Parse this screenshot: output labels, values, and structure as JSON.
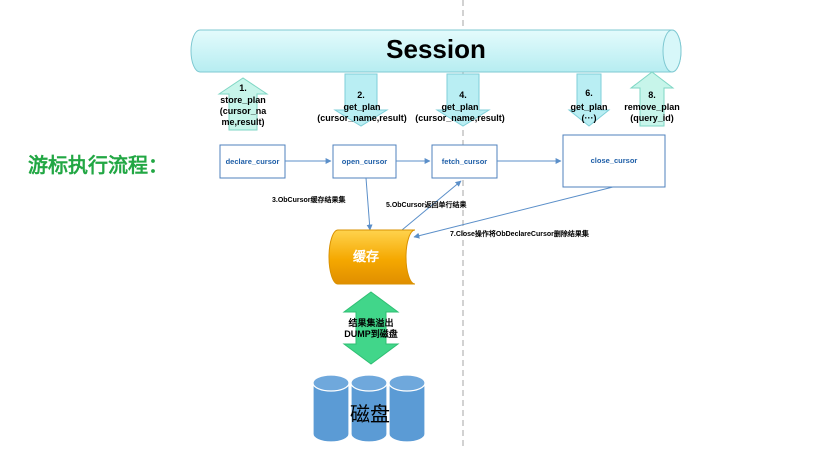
{
  "session": {
    "label": "Session"
  },
  "process_label": "游标执行流程：",
  "steps": [
    {
      "number": "1.",
      "label": "store_plan\n(cursor_na\nme,result)"
    },
    {
      "number": "2.",
      "label": "get_plan\n(cursor_name,result)"
    },
    {
      "number": "4.",
      "label": "get_plan\n(cursor_name,result)"
    },
    {
      "number": "6.",
      "label": "get_plan\n(···)"
    },
    {
      "number": "8.",
      "label": "remove_plan\n(query_id)"
    }
  ],
  "boxes": {
    "declare": "declare_cursor",
    "open": "open_cursor",
    "fetch": "fetch_cursor",
    "close": "close_cursor"
  },
  "edges": {
    "e3": "3.ObCursor缓存结果集",
    "e5": "5.ObCursor返回单行结果",
    "e7": "7.Close操作将ObDeclareCursor删除结果集"
  },
  "cache": {
    "label": "缓存"
  },
  "dump": {
    "label": "结果集溢出\nDUMP到磁盘"
  },
  "disk": {
    "label": "磁盘"
  },
  "colors": {
    "session_fill": "#c9f3f6",
    "up_arrow": "#c7f5ea",
    "down_arrow": "#b9eef3",
    "box_border": "#4f81bd",
    "cache_orange": "#f5a800",
    "disk_blue": "#5b9bd5",
    "green_arrow": "#41d68a",
    "process_green": "#22a744",
    "divider": "#a6a6a6"
  }
}
